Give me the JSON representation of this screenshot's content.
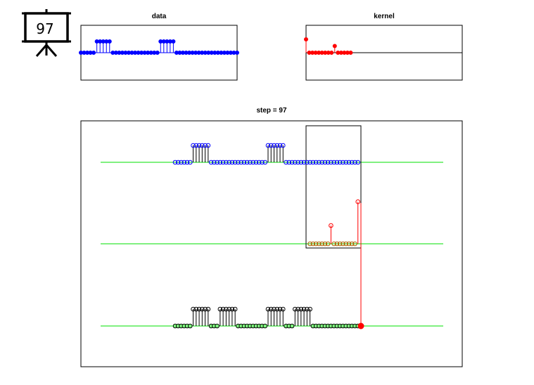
{
  "badge": {
    "label": "97",
    "icon": "presentation-board-icon"
  },
  "colors": {
    "data": "#0000ff",
    "kernel": "#ff0000",
    "result": "#000000",
    "baseline": "#00e000",
    "fill_green": "#80ff80"
  },
  "chart_data": [
    {
      "type": "stem",
      "title": "data",
      "n": 50,
      "x": [
        1,
        50
      ],
      "ylim": [
        -1,
        2
      ],
      "series": [
        {
          "values": [
            0,
            0,
            0,
            0,
            0,
            1,
            1,
            1,
            1,
            1,
            0,
            0,
            0,
            0,
            0,
            0,
            0,
            0,
            0,
            0,
            0,
            0,
            0,
            0,
            0,
            1,
            1,
            1,
            1,
            1,
            0,
            0,
            0,
            0,
            0,
            0,
            0,
            0,
            0,
            0,
            0,
            0,
            0,
            0,
            0,
            0,
            0,
            0,
            0,
            0
          ]
        }
      ]
    },
    {
      "type": "stem",
      "title": "kernel",
      "n": 15,
      "x": [
        1,
        50
      ],
      "ylim": [
        -1,
        1.5
      ],
      "series": [
        {
          "values": [
            1,
            0,
            0,
            0,
            0,
            0,
            0,
            0,
            0,
            0.5,
            0,
            0,
            0,
            0,
            0
          ]
        }
      ]
    },
    {
      "type": "stem",
      "title": "step = 97",
      "step": 97,
      "data_track": {
        "start": 30,
        "n": 62,
        "level": 0,
        "height": 1,
        "values": [
          0,
          0,
          0,
          0,
          0,
          0,
          1,
          1,
          1,
          1,
          1,
          1,
          0,
          0,
          0,
          0,
          0,
          0,
          0,
          0,
          0,
          0,
          0,
          0,
          0,
          0,
          0,
          0,
          0,
          0,
          0,
          1,
          1,
          1,
          1,
          1,
          1,
          0,
          0,
          0,
          0,
          0,
          0,
          0,
          0,
          0,
          0,
          0,
          0,
          0,
          0,
          0,
          0,
          0,
          0,
          0,
          0,
          0,
          0,
          0,
          0,
          0
        ]
      },
      "kernel_track": {
        "start": 75,
        "n": 17,
        "values": [
          0,
          0,
          0,
          0,
          0,
          0,
          0,
          1,
          0,
          0,
          0,
          0,
          0,
          0,
          0,
          0,
          2.3
        ]
      },
      "result_track": {
        "start": 30,
        "n": 64,
        "values": [
          0,
          0,
          0,
          0,
          0,
          0,
          1,
          1,
          1,
          1,
          1,
          1,
          0,
          0,
          0,
          1,
          1,
          1,
          1,
          1,
          1,
          0,
          0,
          0,
          0,
          0,
          0,
          0,
          0,
          0,
          0,
          1,
          1,
          1,
          1,
          1,
          1,
          0,
          0,
          0,
          1,
          1,
          1,
          1,
          1,
          1,
          0,
          0,
          0,
          0,
          0,
          0,
          0,
          0,
          0,
          0,
          0,
          0,
          0,
          0,
          0,
          0,
          0,
          0
        ]
      },
      "window": {
        "x0": 75,
        "x1": 92
      },
      "current_index": 92
    }
  ]
}
